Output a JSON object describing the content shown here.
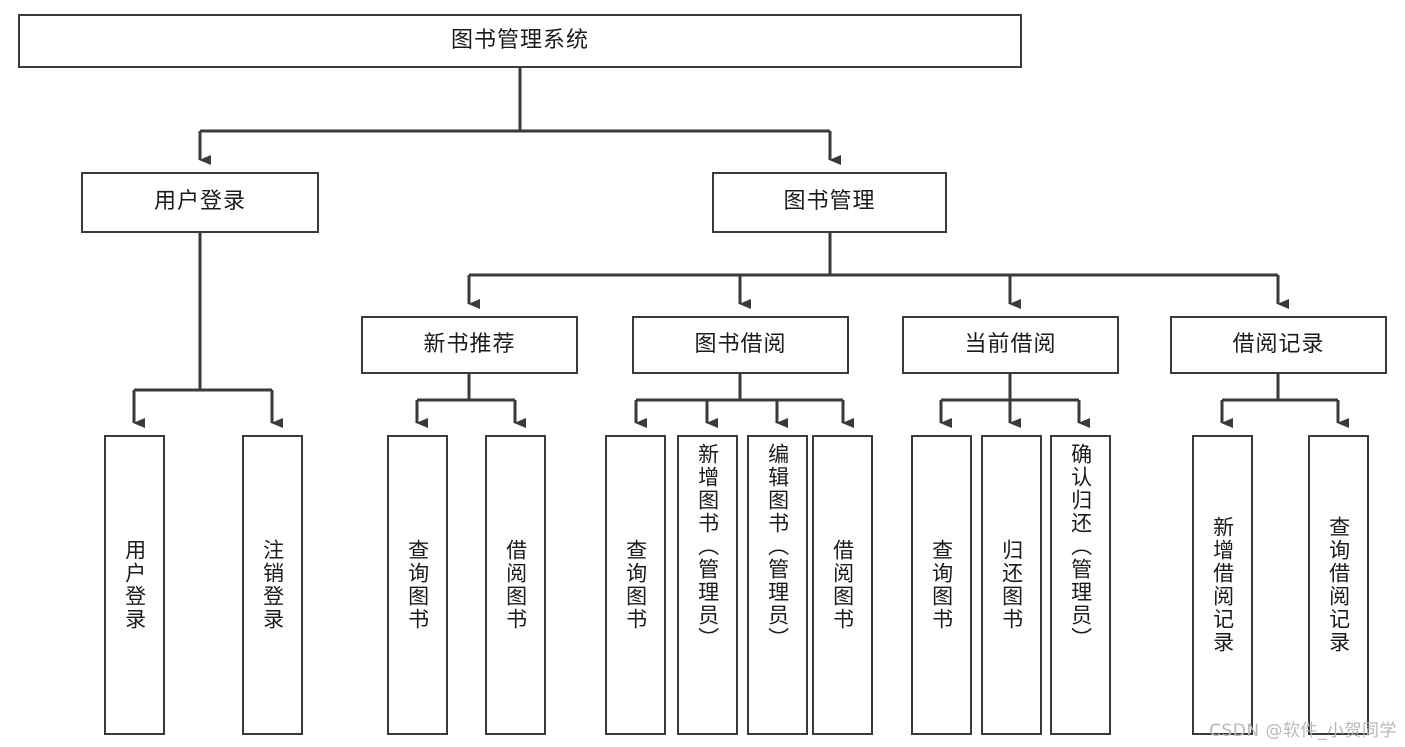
{
  "diagram": {
    "title": "图书管理系统",
    "type": "tree-hierarchy",
    "orientation": "top-down",
    "line_color": "#3a3a3a",
    "box_fill": "#ffffff",
    "text_color": "#1b1b1b"
  },
  "watermark": {
    "text": "CSDN @软件_小贺同学",
    "color": "#b9b9b9"
  },
  "nodes": {
    "root": {
      "label": "图书管理系统"
    },
    "level2": [
      {
        "label": "用户登录"
      },
      {
        "label": "图书管理"
      }
    ],
    "level3": [
      {
        "label": "新书推荐"
      },
      {
        "label": "图书借阅"
      },
      {
        "label": "当前借阅"
      },
      {
        "label": "借阅记录"
      }
    ],
    "leaves": {
      "user_login": [
        {
          "label": "用户登录"
        },
        {
          "label": "注销登录"
        }
      ],
      "new_book_recommend": [
        {
          "label": "查询图书"
        },
        {
          "label": "借阅图书"
        }
      ],
      "book_borrow": [
        {
          "label": "查询图书"
        },
        {
          "label": "新增图书（管理员）"
        },
        {
          "label": "编辑图书（管理员）"
        },
        {
          "label": "借阅图书"
        }
      ],
      "current_borrow": [
        {
          "label": "查询图书"
        },
        {
          "label": "归还图书"
        },
        {
          "label": "确认归还（管理员）"
        }
      ],
      "borrow_record": [
        {
          "label": "新增借阅记录"
        },
        {
          "label": "查询借阅记录"
        }
      ]
    }
  }
}
